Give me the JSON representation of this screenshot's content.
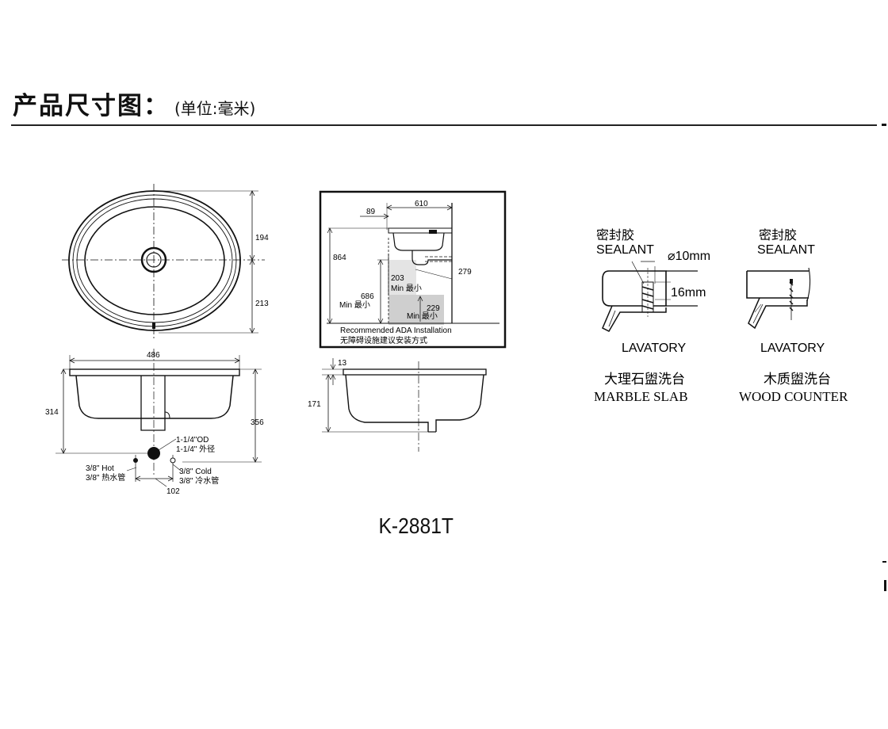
{
  "header": {
    "title": "产品尺寸图：",
    "unit": "(单位:毫米)"
  },
  "model": "K-2881T",
  "top_view": {
    "dim_upper": "194",
    "dim_lower": "213"
  },
  "front_view": {
    "width": "486",
    "left_height": "314",
    "right_height": "356",
    "drain_od": "1-1/4\"OD",
    "drain_cn": "1-1/4\"  外径",
    "hot_en": "3/8\" Hot",
    "hot_cn": "3/8\" 热水管",
    "cold_en": "3/8\" Cold",
    "cold_cn": "3/8\" 冷水管",
    "spacing": "102"
  },
  "ada": {
    "dim_89": "89",
    "dim_610": "610",
    "dim_864": "864",
    "dim_686": "686",
    "min_cn": "Min  最小",
    "dim_203": "203",
    "min_203": "Min  最小",
    "dim_279": "279",
    "dim_229": "229",
    "min_229": "Min  最小",
    "caption_en": "Recommended ADA Installation",
    "caption_cn": "无障碍设施建议安装方式"
  },
  "side_view": {
    "dim_13": "13",
    "dim_171": "171"
  },
  "marble": {
    "sealant_cn": "密封胶",
    "sealant_en": "SEALANT",
    "diameter": "⌀10mm",
    "depth": "16mm",
    "lavatory": "LAVATORY",
    "name_cn": "大理石盥洗台",
    "name_en": "MARBLE SLAB"
  },
  "wood": {
    "sealant_cn": "密封胶",
    "sealant_en": "SEALANT",
    "lavatory": "LAVATORY",
    "name_cn": "木质盥洗台",
    "name_en": "WOOD COUNTER"
  }
}
